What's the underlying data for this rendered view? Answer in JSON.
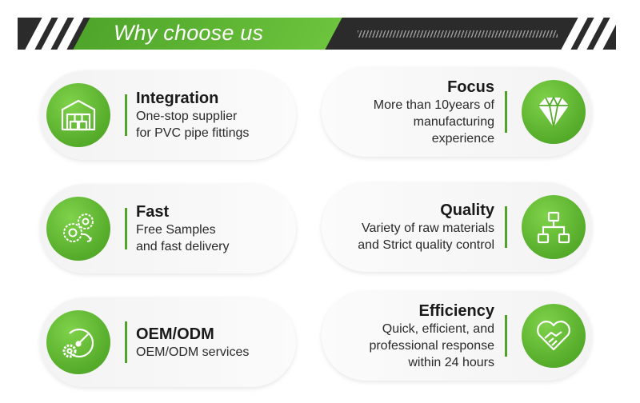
{
  "header": {
    "title": "Why choose us"
  },
  "colors": {
    "accent": "#55ac2a",
    "banner": "#2b2b2b"
  },
  "features": [
    {
      "title": "Integration",
      "lines": [
        "One-stop supplier",
        "for PVC pipe fittings"
      ],
      "icon": "warehouse-icon"
    },
    {
      "title": "Focus",
      "lines": [
        "More than 10years of",
        "manufacturing",
        "experience"
      ],
      "icon": "diamond-icon"
    },
    {
      "title": "Fast",
      "lines": [
        "Free Samples",
        "and fast delivery"
      ],
      "icon": "gears-icon"
    },
    {
      "title": "Quality",
      "lines": [
        "Variety of raw materials",
        "and Strict quality control"
      ],
      "icon": "hierarchy-icon"
    },
    {
      "title": "OEM/ODM",
      "lines": [
        "OEM/ODM services"
      ],
      "icon": "gear-gauge-icon"
    },
    {
      "title": "Efficiency",
      "lines": [
        "Quick, efficient, and",
        "professional response",
        "within 24 hours"
      ],
      "icon": "handshake-icon"
    }
  ]
}
